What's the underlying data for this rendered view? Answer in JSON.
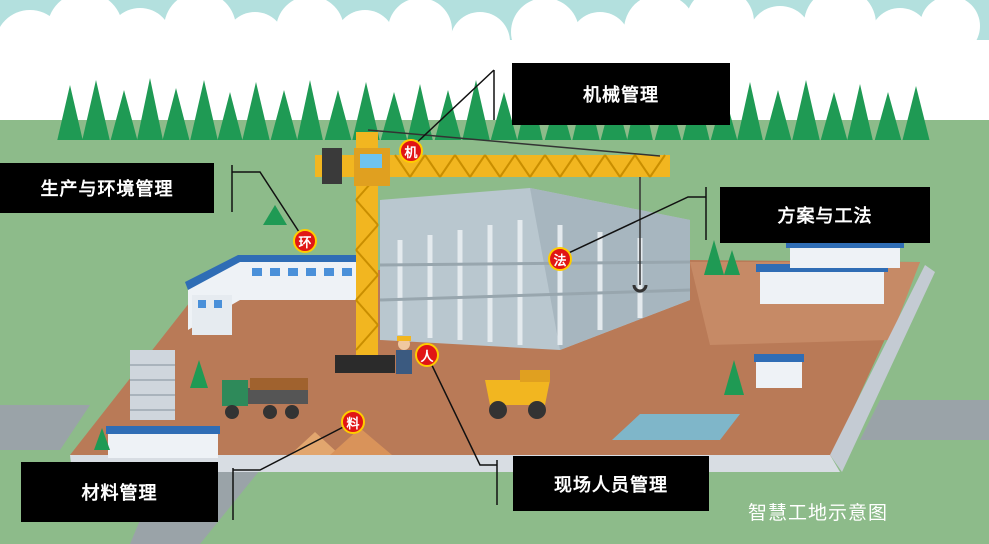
{
  "labels": {
    "machinery": "机械管理",
    "environment": "生产与环境管理",
    "method": "方案与工法",
    "personnel": "现场人员管理",
    "material": "材料管理"
  },
  "badges": {
    "machinery": "机",
    "environment": "环",
    "method": "法",
    "personnel": "人",
    "material": "料"
  },
  "watermark": "智慧工地示意图",
  "colors": {
    "sky": "#b3e0de",
    "grass": "#8dbb8a",
    "ground": "#b97a57",
    "tree": "#1f9a54",
    "crane": "#f2b620",
    "building_frame": "#b9c7cf",
    "road": "#9aa3a8",
    "fence": "#d8dde3",
    "label_bg": "#000000",
    "badge": "#e11515"
  }
}
